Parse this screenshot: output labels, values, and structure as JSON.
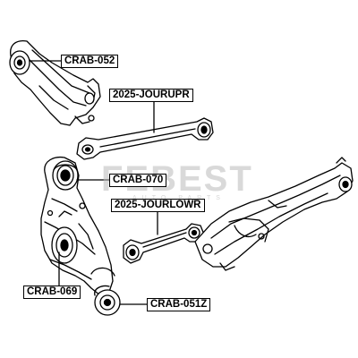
{
  "labels": {
    "crab_052": "CRAB-052",
    "jour_upr": "2025-JOURUPR",
    "crab_070": "CRAB-070",
    "jour_lowr": "2025-JOURLOWR",
    "crab_069": "CRAB-069",
    "crab_051z": "CRAB-051Z"
  },
  "watermark": {
    "brand": "FEBEST",
    "tagline": "AUTO PARTS"
  },
  "colors": {
    "line": "#000000",
    "watermark": "#b9b9b9"
  }
}
